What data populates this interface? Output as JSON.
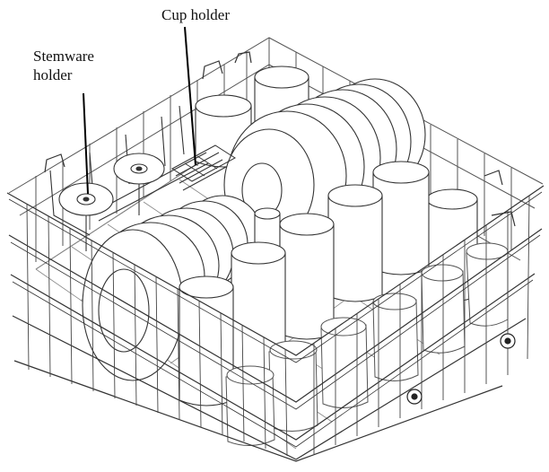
{
  "labels": {
    "cup_holder": "Cup holder",
    "stemware_line1": "Stemware",
    "stemware_line2": "holder"
  },
  "colors": {
    "wire": "#333333",
    "fill": "#ffffff",
    "shade": "#eeeeee",
    "text": "#111111"
  }
}
